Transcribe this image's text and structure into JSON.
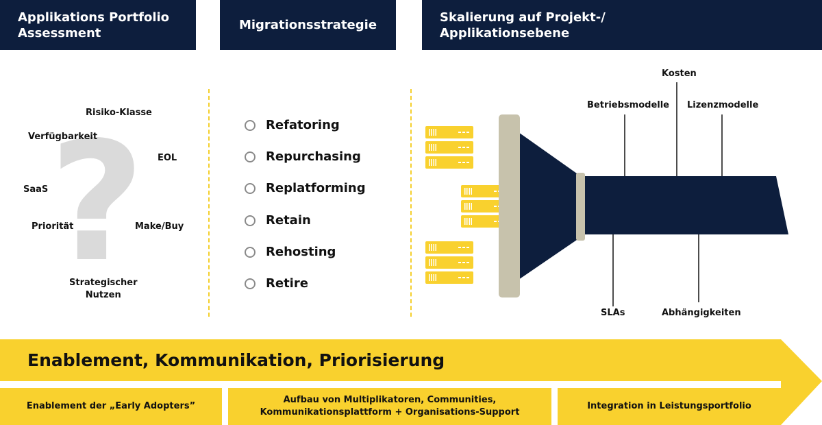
{
  "headers": {
    "portfolio": {
      "line1": "Applikations Portfolio",
      "line2": "Assessment"
    },
    "migration": "Migrationsstrategie",
    "scaling": {
      "line1": "Skalierung auf Projekt-/",
      "line2": "Applikationsebene"
    }
  },
  "assessment": {
    "risiko": "Risiko-Klasse",
    "verfuegbarkeit": "Verfügbarkeit",
    "eol": "EOL",
    "saas": "SaaS",
    "prioritaet": "Priorität",
    "makebuy": "Make/Buy",
    "strategisch_line1": "Strategischer",
    "strategisch_line2": "Nutzen",
    "question_mark": "?"
  },
  "strategies": [
    "Refatoring",
    "Repurchasing",
    "Replatforming",
    "Retain",
    "Rehosting",
    "Retire"
  ],
  "scaling": {
    "kosten": "Kosten",
    "betriebsmodelle": "Betriebsmodelle",
    "lizenzmodelle": "Lizenzmodelle",
    "slas": "SLAs",
    "abhaengigkeiten": "Abhängigkeiten"
  },
  "footer": {
    "title": "Enablement, Kommunikation, Priorisierung",
    "box1": "Enablement der „Early Adopters”",
    "box2_line1": "Aufbau von Multiplikatoren, Communities,",
    "box2_line2": "Kommunikationsplattform + Organisations-Support",
    "box3": "Integration in Leistungsportfolio"
  },
  "colors": {
    "navy": "#0d1e3d",
    "yellow": "#f9d12e",
    "gray": "#c7c2ac"
  }
}
